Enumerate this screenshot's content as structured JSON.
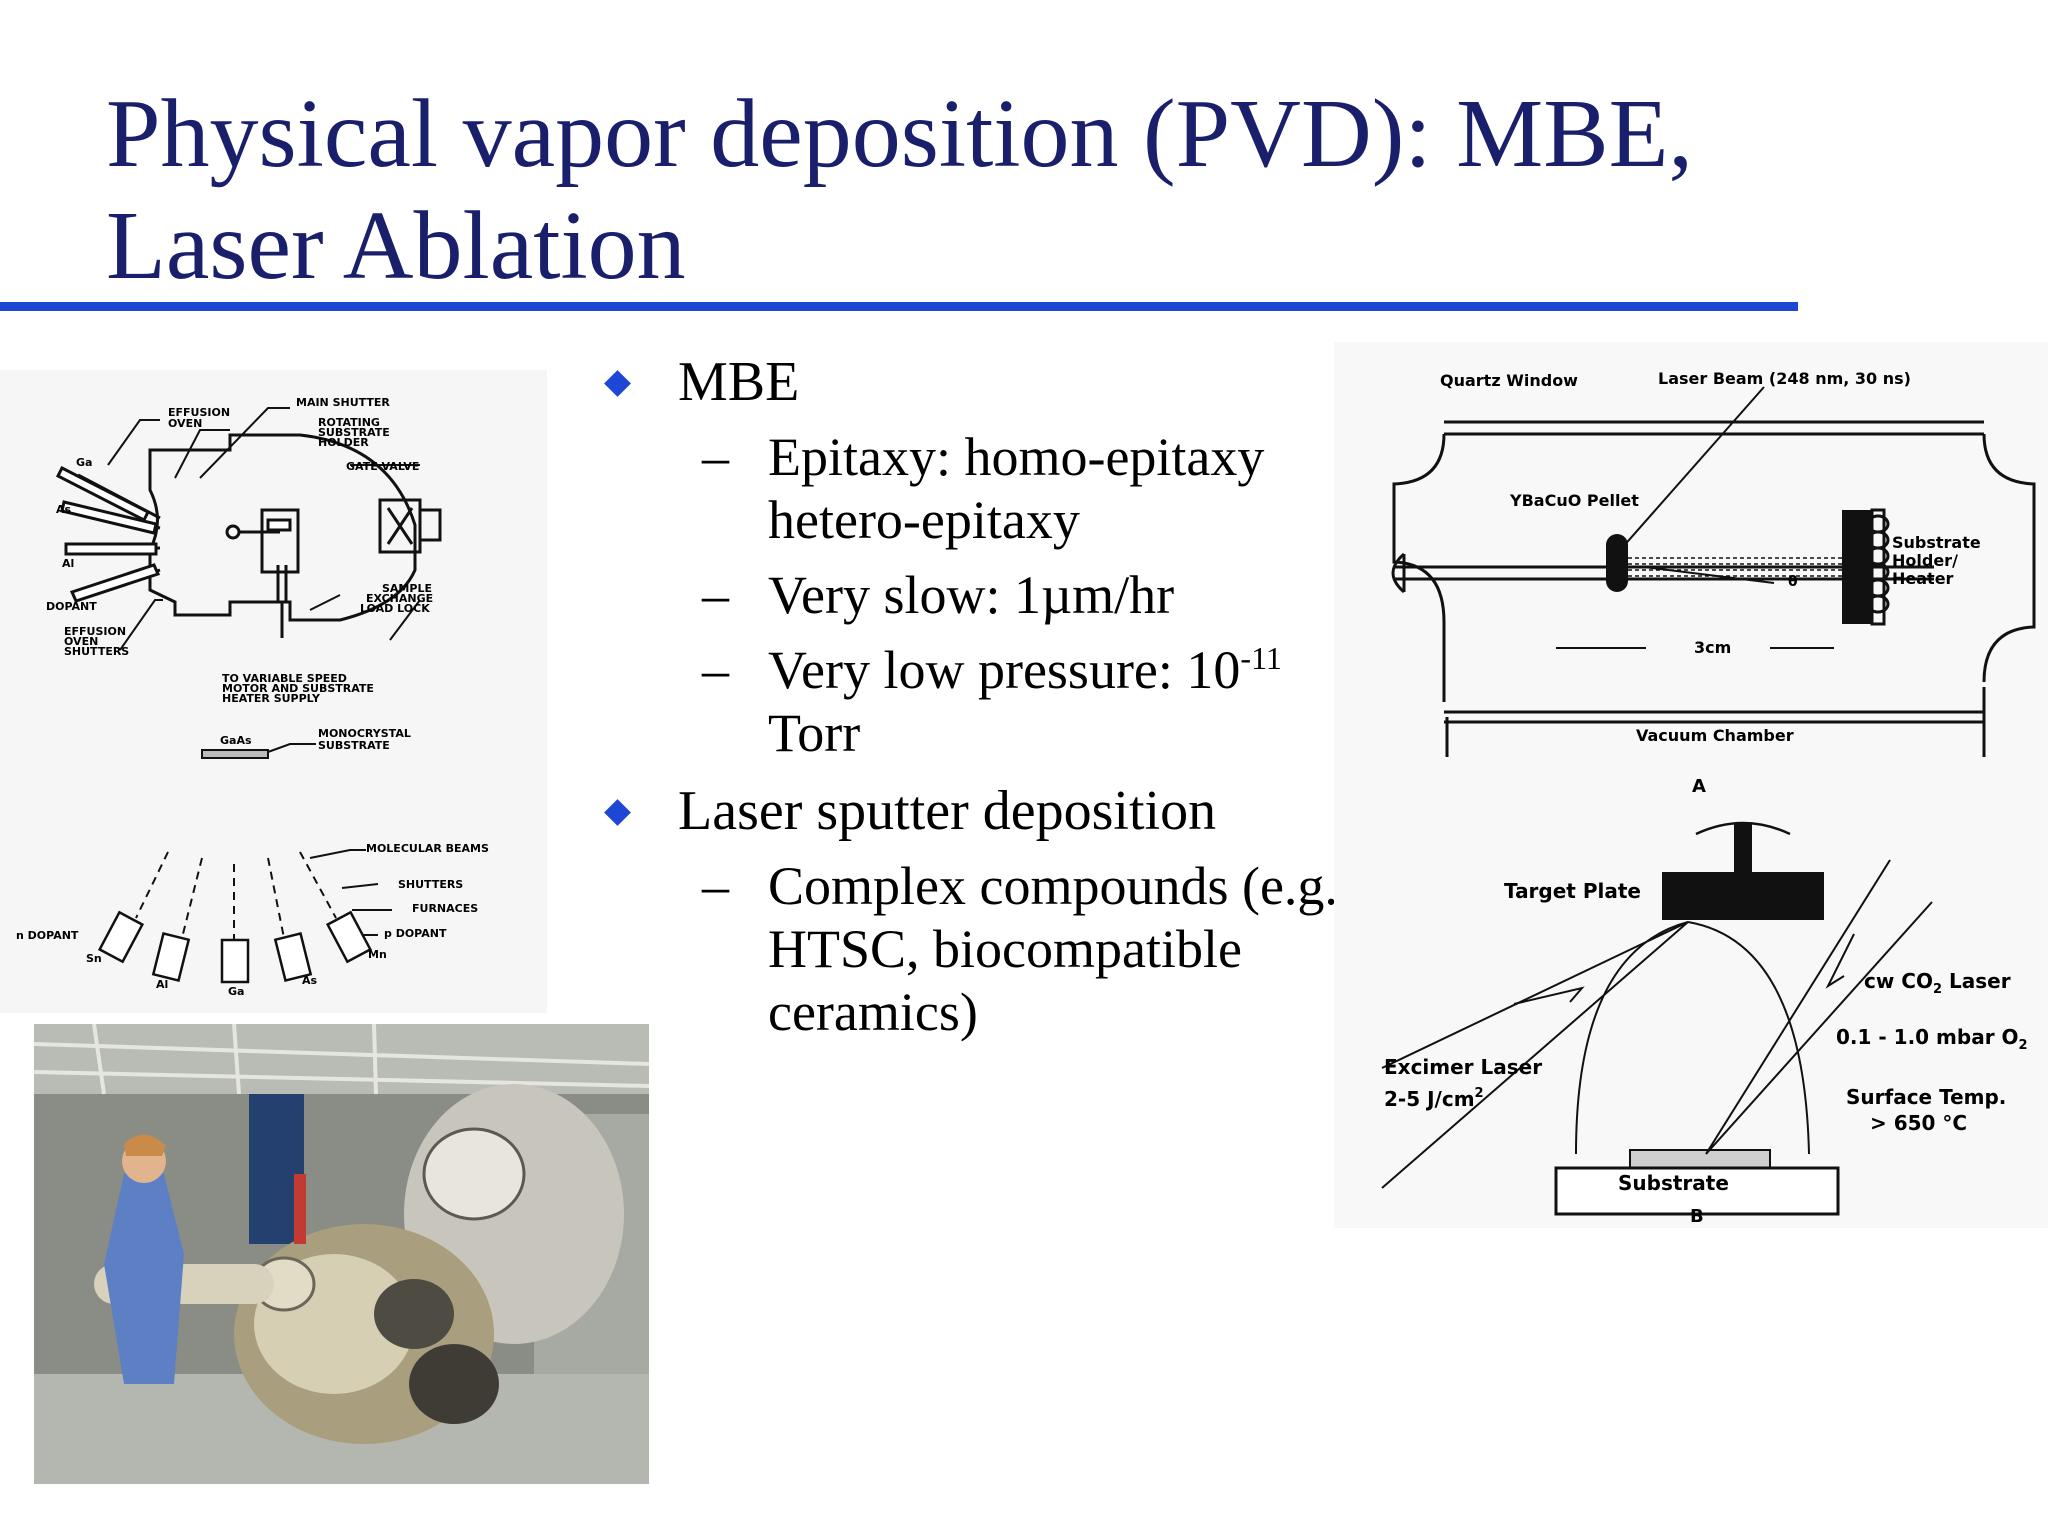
{
  "slide": {
    "title_line1": "Physical vapor deposition (PVD): MBE,",
    "title_line2": "Laser Ablation",
    "accent_color": "#1f47d6",
    "title_color": "#1a1f6b"
  },
  "bullets": {
    "mbe": {
      "label": "MBE",
      "sub": [
        {
          "line1": "Epitaxy: homo-epitaxy",
          "line2": "hetero-epitaxy"
        },
        {
          "text": "Very slow: 1µm/hr"
        },
        {
          "text": "Very low pressure: 10",
          "sup": "-11",
          "line2": "Torr"
        }
      ]
    },
    "laser": {
      "label": "Laser sputter deposition",
      "sub": [
        {
          "line1": "Complex compounds (e.g.",
          "line2": "HTSC, biocompatible",
          "line3": "ceramics)"
        }
      ]
    },
    "dash": "–"
  },
  "mbe_diagram": {
    "effusion_oven": [
      "EFFUSION",
      "OVEN"
    ],
    "main_shutter": "MAIN SHUTTER",
    "rotating": [
      "ROTATING",
      "SUBSTRATE",
      "HOLDER"
    ],
    "gate_valve": "GATE VALVE",
    "ga": "Ga",
    "as1": "As",
    "al": "Al",
    "dopant": "DOPANT",
    "shutters": [
      "EFFUSION",
      "OVEN",
      "SHUTTERS"
    ],
    "sample": [
      "SAMPLE",
      "EXCHANGE",
      "LOAD LOCK"
    ],
    "motor": [
      "TO VARIABLE SPEED",
      "MOTOR AND SUBSTRATE",
      "HEATER SUPPLY"
    ],
    "gaas": "GaAs",
    "mono": [
      "MONOCRYSTAL",
      "SUBSTRATE"
    ],
    "molecular_beams": "MOLECULAR BEAMS",
    "shutters2": "SHUTTERS",
    "furnaces": "FURNACES",
    "n_dopant": "n DOPANT",
    "p_dopant": "p DOPANT",
    "sn": "Sn",
    "al2": "Al",
    "ga2": "Ga",
    "as2": "As",
    "mn": "Mn"
  },
  "pla_diagram": {
    "quartz": "Quartz Window",
    "laser_beam": "Laser Beam (248 nm, 30 ns)",
    "pellet": "YBaCuO Pellet",
    "holder": [
      "Substrate",
      "Holder/",
      "Heater"
    ],
    "theta": "θ",
    "dist": "3cm",
    "vacuum": "Vacuum Chamber",
    "label_a": "A",
    "target": "Target Plate",
    "co2": "cw CO",
    "co2_sub": "2",
    "co2_tail": " Laser",
    "pressure": "0.1 - 1.0 mbar O",
    "pressure_sub": "2",
    "excimer": "Excimer Laser",
    "fluence": "2-5 J/cm",
    "fluence_sup": "2",
    "surface": [
      "Surface Temp.",
      "> 650 °C"
    ],
    "substrate": "Substrate",
    "label_b": "B"
  }
}
